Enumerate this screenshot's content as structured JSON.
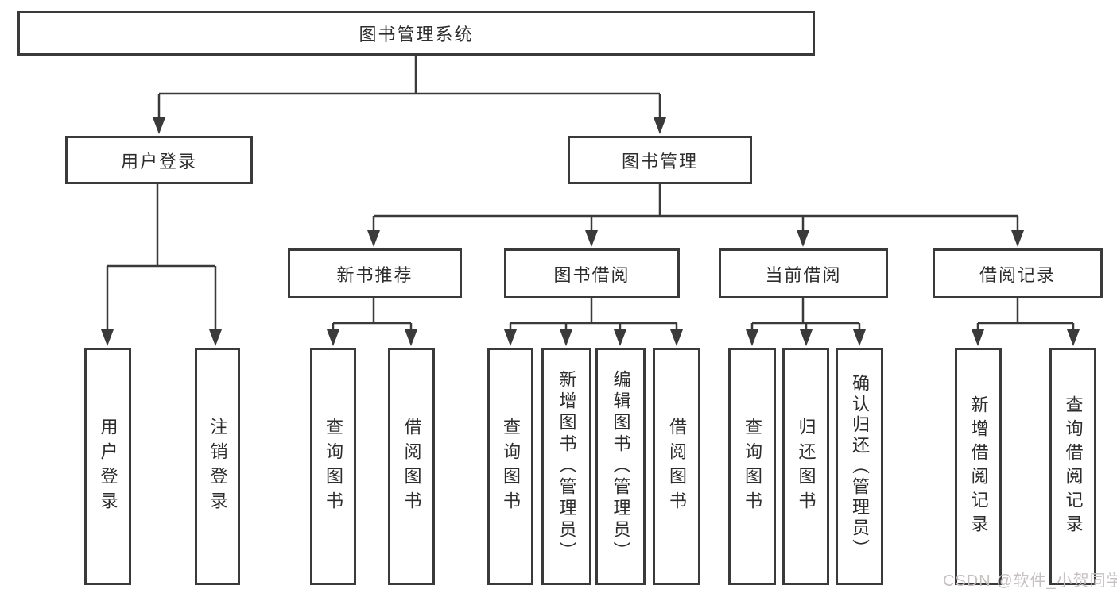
{
  "tree": {
    "root": {
      "label": "图书管理系统",
      "children": [
        {
          "label": "用户登录",
          "children": [
            {
              "label": "用户登录"
            },
            {
              "label": "注销登录"
            }
          ]
        },
        {
          "label": "图书管理",
          "children": [
            {
              "label": "新书推荐",
              "children": [
                {
                  "label": "查询图书"
                },
                {
                  "label": "借阅图书"
                }
              ]
            },
            {
              "label": "图书借阅",
              "children": [
                {
                  "label": "查询图书"
                },
                {
                  "label": "新增图书（管理员）"
                },
                {
                  "label": "编辑图书（管理员）"
                },
                {
                  "label": "借阅图书"
                }
              ]
            },
            {
              "label": "当前借阅",
              "children": [
                {
                  "label": "查询图书"
                },
                {
                  "label": "归还图书"
                },
                {
                  "label": "确认归还（管理员）"
                }
              ]
            },
            {
              "label": "借阅记录",
              "children": [
                {
                  "label": "新增借阅记录"
                },
                {
                  "label": "查询借阅记录"
                }
              ]
            }
          ]
        }
      ]
    }
  },
  "watermark": {
    "text": "CSDN @软件_小贺同学"
  },
  "colors": {
    "line": "#3a3a3a",
    "box_border": "#3a3a3a",
    "text": "#2d2d2d",
    "watermark": "#c6c0c0",
    "background": "#ffffff"
  }
}
